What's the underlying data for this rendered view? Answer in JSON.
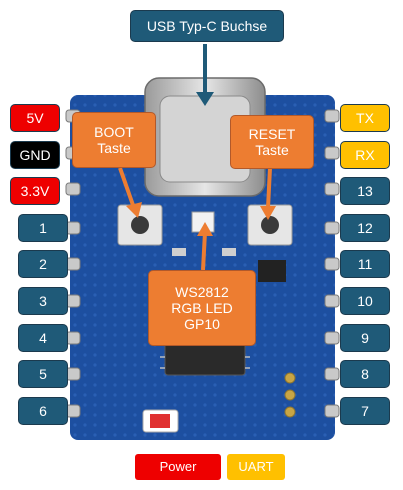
{
  "title": "USB Typ-C Buchse",
  "callouts": {
    "boot": [
      "BOOT",
      "Taste"
    ],
    "reset": [
      "RESET",
      "Taste"
    ],
    "led": [
      "WS2812",
      "RGB LED",
      "GP10"
    ]
  },
  "left_pins": [
    {
      "label": "5V",
      "kind": "power"
    },
    {
      "label": "GND",
      "kind": "ground"
    },
    {
      "label": "3.3V",
      "kind": "power"
    },
    {
      "label": "1",
      "kind": "gpio"
    },
    {
      "label": "2",
      "kind": "gpio"
    },
    {
      "label": "3",
      "kind": "gpio"
    },
    {
      "label": "4",
      "kind": "gpio"
    },
    {
      "label": "5",
      "kind": "gpio"
    },
    {
      "label": "6",
      "kind": "gpio"
    }
  ],
  "right_pins": [
    {
      "label": "TX",
      "kind": "uart"
    },
    {
      "label": "RX",
      "kind": "uart"
    },
    {
      "label": "13",
      "kind": "gpio"
    },
    {
      "label": "12",
      "kind": "gpio"
    },
    {
      "label": "11",
      "kind": "gpio"
    },
    {
      "label": "10",
      "kind": "gpio"
    },
    {
      "label": "9",
      "kind": "gpio"
    },
    {
      "label": "8",
      "kind": "gpio"
    },
    {
      "label": "7",
      "kind": "gpio"
    }
  ],
  "legend": {
    "power": "Power",
    "uart": "UART"
  },
  "colors": {
    "gpio": "#1f5a78",
    "power": "#ee0000",
    "ground": "#000000",
    "uart": "#ffc000",
    "callout": "#ed7d31",
    "board": "#1d4fa0"
  }
}
